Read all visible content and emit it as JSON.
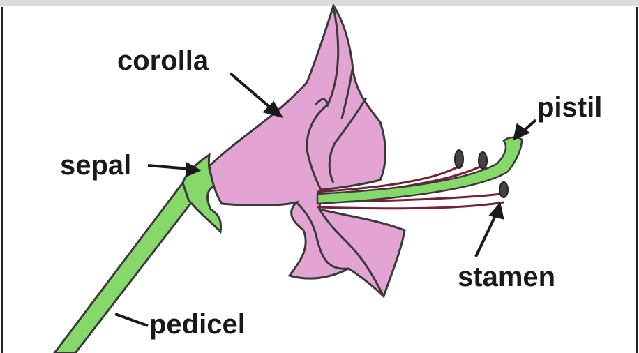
{
  "diagram": {
    "labels": {
      "corolla": "corolla",
      "pistil": "pistil",
      "sepal": "sepal",
      "stamen": "stamen",
      "pedicel": "pedicel"
    },
    "colors": {
      "petal": "#e3a3d3",
      "stem": "#86d86a",
      "outline": "#3a3a3a",
      "filament": "#7a1e3a",
      "label": "#1a1a1a"
    }
  }
}
